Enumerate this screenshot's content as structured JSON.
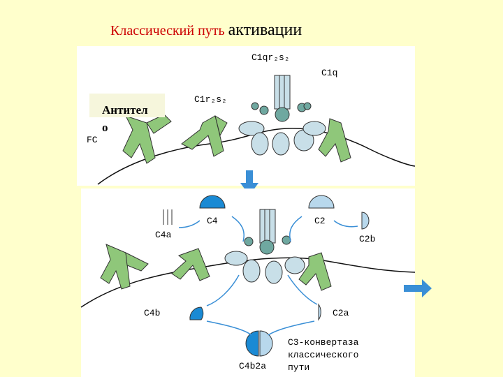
{
  "title": {
    "part1": "Классический путь ",
    "part2": "активации"
  },
  "top_panel": {
    "c1q_complex": "C1qr₂s₂",
    "c1q": "C1q",
    "c1r2s2": "C1r₂s₂",
    "antibody_line1": "Антител",
    "antibody_line2": "о",
    "fc": "FC"
  },
  "bottom_panel": {
    "c4": "C4",
    "c2": "C2",
    "c4a": "C4a",
    "c2b": "C2b",
    "c4b": "C4b",
    "c2a": "C2a",
    "c4b2a": "C4b2a",
    "c3_convertase_line1": "С3-конвертаза",
    "c3_convertase_line2": "классического",
    "c3_convertase_line3": "пути"
  },
  "colors": {
    "background": "#ffffcc",
    "antibody": "#8fc77a",
    "c1_complex": "#c8dfe8",
    "c1_head": "#6fa8a0",
    "c4_blue": "#1a8ad4",
    "c2_light": "#b8d8ec",
    "arrow_blue": "#3a8fd6",
    "title_red": "#cc0000"
  }
}
